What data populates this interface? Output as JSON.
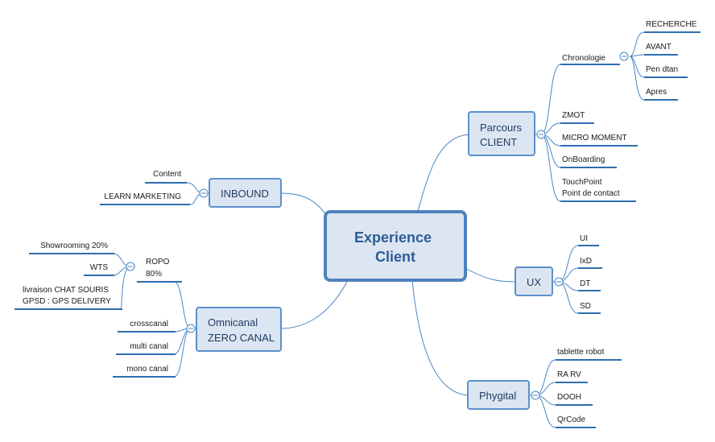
{
  "central": {
    "line1": "Experience",
    "line2": "Client"
  },
  "parcours": {
    "line1": "Parcours",
    "line2": "CLIENT"
  },
  "chronologie": "Chronologie",
  "chrono_items": [
    "RECHERCHE",
    "AVANT",
    "Pen dtan",
    "Apres"
  ],
  "parcours_items": [
    "ZMOT",
    "MICRO MOMENT",
    "OnBoarding"
  ],
  "touchpoint": {
    "line1": "TouchPoint",
    "line2": "Point de contact"
  },
  "ux": "UX",
  "ux_items": [
    "UI",
    "IxD",
    "DT",
    "SD"
  ],
  "phygital": "Phygital",
  "phygital_items": [
    "tablette robot",
    "RA RV",
    "DOOH",
    "QrCode"
  ],
  "inbound": "INBOUND",
  "inbound_items": [
    "Content",
    "LEARN MARKETING"
  ],
  "omnicanal": {
    "line1": "Omnicanal",
    "line2": "ZERO CANAL"
  },
  "ropo": {
    "line1": "ROPO",
    "line2": "80%"
  },
  "ropo_items": [
    "Showrooming 20%",
    "WTS"
  ],
  "livraison": {
    "line1": "livraison CHAT SOURIS",
    "line2": "GPSD : GPS DELIVERY"
  },
  "omni_items": [
    "crosscanal",
    "multi canal",
    "mono canal"
  ]
}
